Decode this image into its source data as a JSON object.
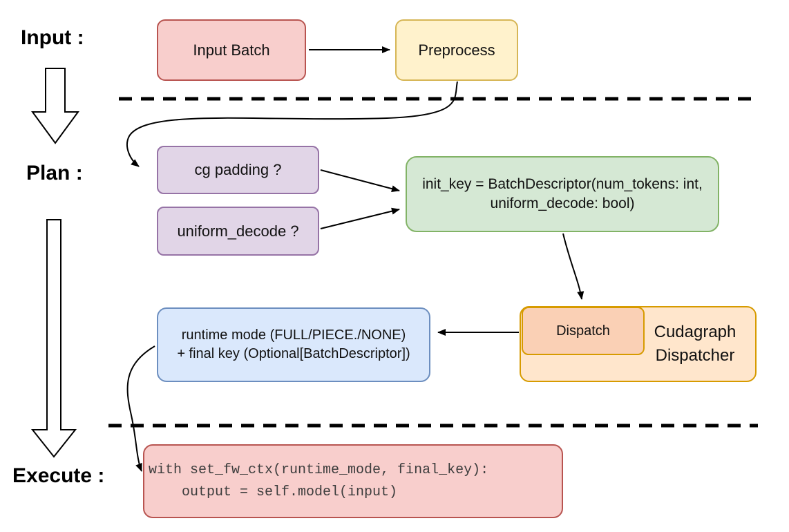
{
  "labels": {
    "input": "Input :",
    "plan": "Plan :",
    "execute": "Execute :"
  },
  "nodes": {
    "input_batch": {
      "label": "Input Batch"
    },
    "preprocess": {
      "label": "Preprocess"
    },
    "cg_padding": {
      "label": "cg padding ?"
    },
    "uniform_decode": {
      "label": "uniform_decode ?"
    },
    "init_key": {
      "line1": "init_key = BatchDescriptor(num_tokens: int,",
      "line2": "uniform_decode: bool)"
    },
    "runtime_mode": {
      "line1": "runtime mode (FULL/PIECE./NONE)",
      "line2": "+ final key (Optional[BatchDescriptor])"
    },
    "dispatch": {
      "label": "Dispatch"
    },
    "cudagraph_dispatcher": {
      "line1": "Cudagraph",
      "line2": "Dispatcher"
    },
    "execute_code": {
      "line1": "with set_fw_ctx(runtime_mode, final_key):",
      "line2": "    output = self.model(input)"
    }
  },
  "colors": {
    "red_fill": "#F8CECC",
    "red_stroke": "#B85450",
    "yellow_fill": "#FFF2CC",
    "yellow_stroke": "#D6B656",
    "purple_fill": "#E1D5E7",
    "purple_stroke": "#9673A6",
    "green_fill": "#D5E8D4",
    "green_stroke": "#82B366",
    "blue_fill": "#DAE8FC",
    "blue_stroke": "#6C8EBF",
    "orange_fill": "#FFE6CC",
    "orange_stroke": "#D79B00",
    "peach_fill": "#FAD0B5",
    "line_color": "#000000"
  }
}
